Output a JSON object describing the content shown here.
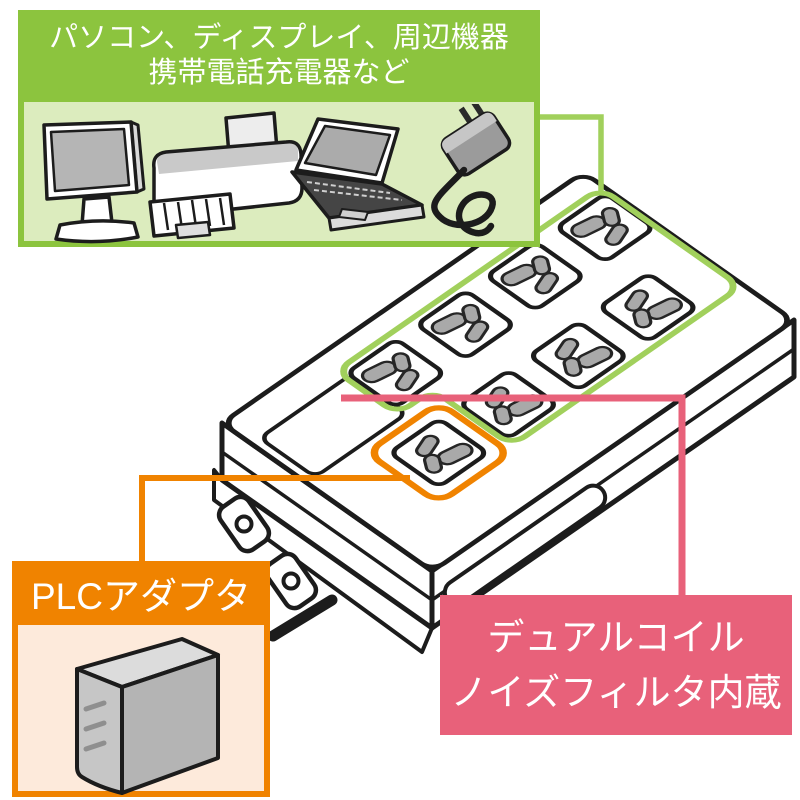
{
  "devices_box": {
    "title_line1": "パソコン、ディスプレイ、周辺機器",
    "title_line2": "携帯電話充電器など",
    "device_icons": [
      "desktop-monitor",
      "inkjet-printer",
      "laptop",
      "ac-adapter"
    ]
  },
  "plc_box": {
    "title": "PLCアダプタ",
    "device_icon": "plc-adapter"
  },
  "filter_box": {
    "line1": "デュアルコイル",
    "line2": "ノイズフィルタ内蔵"
  },
  "power_strip": {
    "outlets_total": 8,
    "outlets_in_green_group": 7,
    "outlets_in_orange_group": 1,
    "label_plate_text": ""
  },
  "callouts": {
    "green": "devices box → green outlet group",
    "orange": "PLC adapter box → orange outlet",
    "pink": "strip body → dual-coil noise filter box"
  },
  "colors": {
    "header_green": "#8cc43e",
    "body_green": "#dcecbe",
    "accent_green": "#a1d05c",
    "accent_orange": "#f08300",
    "plc_body": "#fdeadb",
    "accent_pink": "#e8617a",
    "line_art": "#1c1c1c",
    "slot_gray": "#a9a9a9",
    "text_white": "#ffffff"
  }
}
